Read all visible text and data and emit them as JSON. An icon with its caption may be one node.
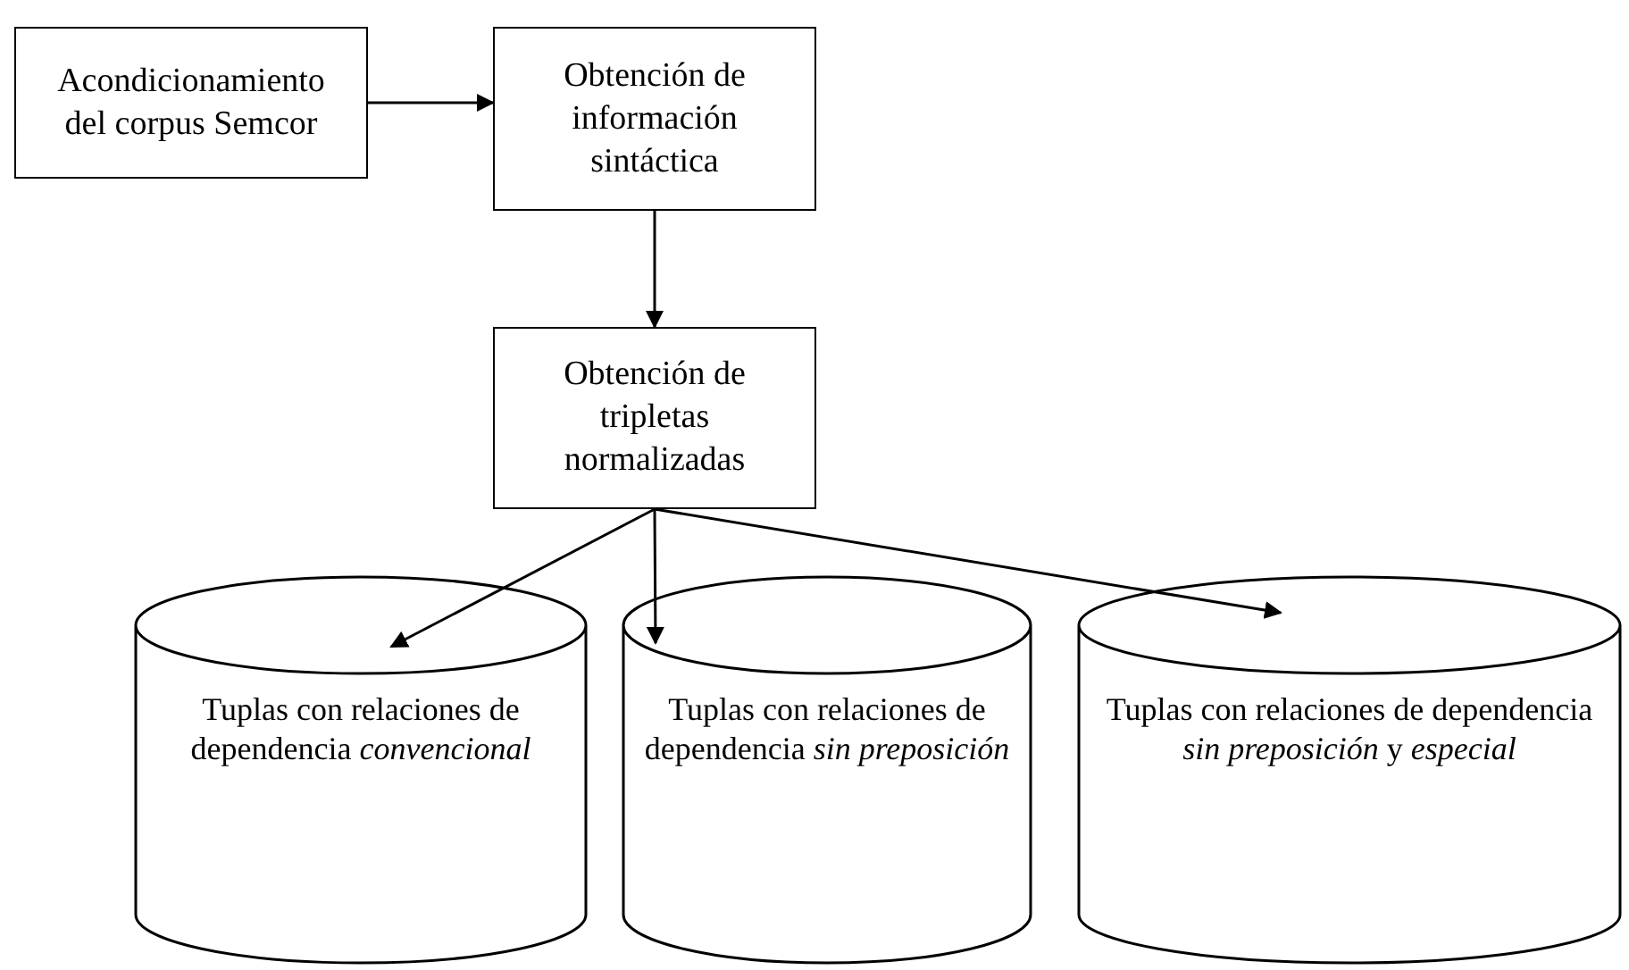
{
  "diagram": {
    "nodes": [
      {
        "text": [
          "Acondicionamiento del corpus Semcor"
        ]
      },
      {
        "text": [
          "Obtención de información sintáctica"
        ]
      },
      {
        "text": [
          "Obtención de tripletas normalizadas"
        ]
      },
      {
        "text": [
          "Tuplas con relaciones de dependencia *convencional*"
        ]
      },
      {
        "text": [
          "Tuplas con relaciones de dependencia *sin preposición*"
        ]
      },
      {
        "text": [
          "Tuplas con relaciones de dependencia *sin preposición* y *especial*"
        ]
      }
    ],
    "edges": [
      {
        "from": 0,
        "to": 1,
        "arrow": "to"
      },
      {
        "from": 1,
        "to": 2,
        "arrow": "to"
      },
      {
        "from": 2,
        "to": 3,
        "arrow": "to"
      },
      {
        "from": 2,
        "to": 4,
        "arrow": "to"
      },
      {
        "from": 2,
        "to": 5,
        "arrow": "to"
      }
    ]
  }
}
